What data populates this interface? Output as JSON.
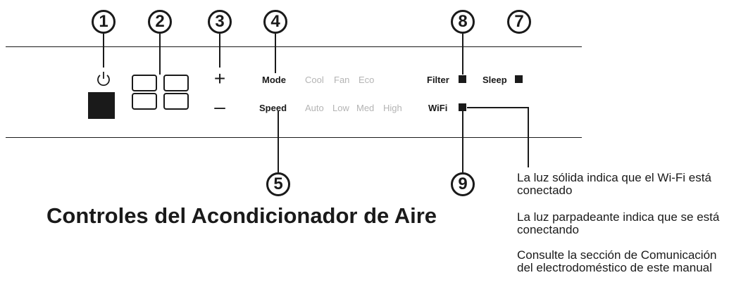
{
  "callouts": [
    "1",
    "2",
    "3",
    "4",
    "5",
    "7",
    "8",
    "9"
  ],
  "panel": {
    "plus_label": "+",
    "minus_label": "–",
    "mode_label": "Mode",
    "mode_options": [
      "Cool",
      "Fan",
      "Eco"
    ],
    "speed_label": "Speed",
    "speed_options": [
      "Auto",
      "Low",
      "Med",
      "High"
    ],
    "filter_label": "Filter",
    "sleep_label": "Sleep",
    "wifi_label": "WiFi"
  },
  "title": "Controles del Acondicionador de Aire",
  "notes": {
    "solid": "La luz sólida indica que el Wi-Fi está conectado",
    "blinking": "La luz parpadeante indica que se está conectando",
    "refer": "Consulte la sección de Comunicación del electrodoméstico de este manual"
  },
  "colors": {
    "ink": "#1a1a1a",
    "inactive": "#b4b4b4"
  }
}
